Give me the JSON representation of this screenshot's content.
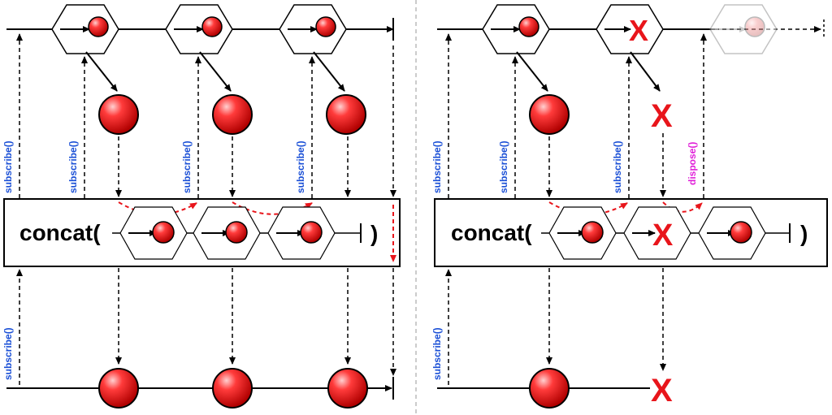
{
  "operator": {
    "name": "concat(",
    "close": ")"
  },
  "labels": {
    "subscribe": "subscribe()",
    "dispose": "dispose()"
  },
  "error_mark": "X",
  "colors": {
    "line": "#000000",
    "dashed_arrow": "#000000",
    "concat_flow": "#e8151b",
    "subscribe_label": "#1a4fd6",
    "dispose_label": "#e020d8",
    "marble": "#e8151b",
    "error": "#e8151b",
    "faded": "#aaaaaa"
  },
  "panels": [
    {
      "id": "left",
      "case": "complete",
      "inner_sequences": [
        "marble",
        "marble",
        "marble"
      ]
    },
    {
      "id": "right",
      "case": "error",
      "inner_sequences": [
        "marble",
        "error",
        "faded-marble"
      ]
    }
  ]
}
